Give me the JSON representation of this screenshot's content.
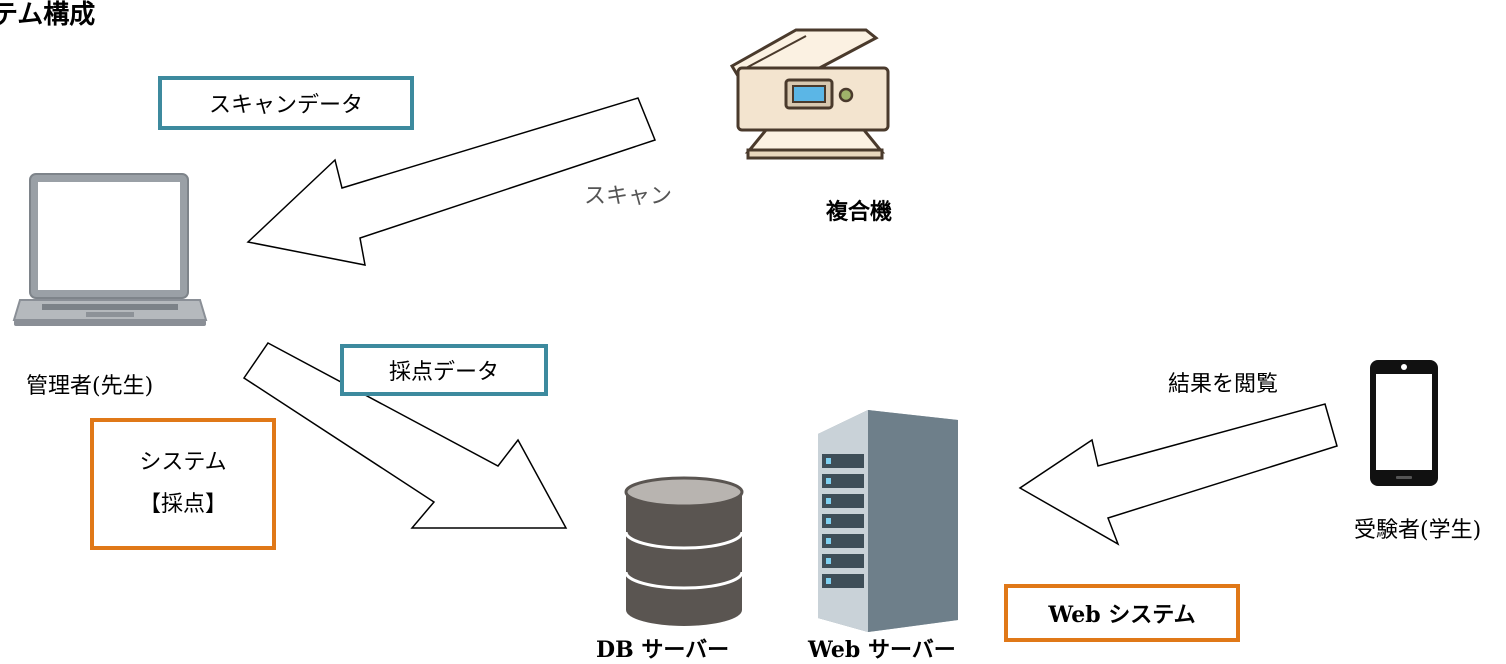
{
  "title": "テム構成",
  "labels": {
    "scan_data": "スキャンデータ",
    "scan": "スキャン",
    "mfp": "複合機",
    "teacher": "管理者(先生)",
    "grading_data": "採点データ",
    "system_line1": "システム",
    "system_line2": "【採点】",
    "view_results": "結果を閲覧",
    "student": "受験者(学生)",
    "web_system": "Web システム",
    "db_server": "DB サーバー",
    "web_server": "Web サーバー"
  },
  "colors": {
    "teal_border": "#3d8a9e",
    "orange_border": "#e07818",
    "server_body": "#6e7f8a",
    "db_body": "#5a5551",
    "printer_body": "#f3e4cf",
    "printer_outline": "#4a3a2c",
    "screen_blue": "#5bb6e6",
    "laptop_gray": "#8a8f96",
    "phone_black": "#111111"
  }
}
